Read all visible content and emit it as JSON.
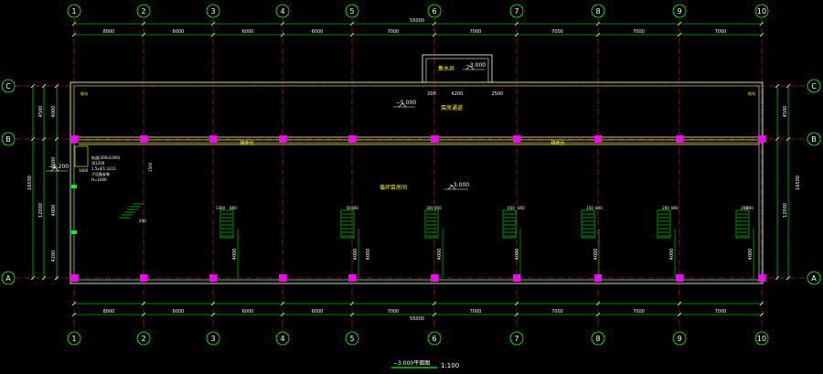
{
  "grid": {
    "columns": [
      "1",
      "2",
      "3",
      "4",
      "5",
      "6",
      "7",
      "8",
      "9",
      "10"
    ],
    "rows": [
      "C",
      "B",
      "A"
    ]
  },
  "dimensions": {
    "top_total": "55000",
    "top_spans": [
      "8000",
      "6000",
      "6000",
      "6000",
      "7000",
      "7000",
      "7000",
      "7000",
      "7000"
    ],
    "bottom_total": "55000",
    "bottom_spans": [
      "8000",
      "6000",
      "6000",
      "6000",
      "7000",
      "7000",
      "7000",
      "7000",
      "7000"
    ],
    "left_total": "16500",
    "left_parts": [
      "4500",
      "12000"
    ],
    "left_sub": [
      "4500",
      "4000",
      "4200"
    ],
    "right_total": "16500",
    "right_parts": [
      "4500",
      "12000"
    ],
    "cb_gap": "4000",
    "pit_dims": [
      "200",
      "4200",
      "2500"
    ]
  },
  "labels": {
    "title": "−3.000平面图",
    "scale": "1:100",
    "pit_name": "集水井",
    "pit_level": "−3.000",
    "top_room": "泵房通道",
    "top_level": "−5.000",
    "main_room": "循环泵房间",
    "main_level": "−3.000",
    "left_level": "−6.200",
    "beam_label": "梯走台",
    "beam_label2": "梯走台",
    "stair_dim": "1500",
    "equip_note": [
      "轨道(300x1000)",
      "顶1200",
      "1.5x4/1 LG11",
      "子设备安装",
      "H=1000"
    ],
    "equip_dims": [
      "1300",
      "800",
      "50",
      "800",
      "300",
      "850",
      "650",
      "850",
      "150",
      "800",
      "200",
      "800",
      "200",
      "800",
      "200",
      "800",
      "200"
    ],
    "vertical_dims": [
      "4000",
      "4000",
      "4000",
      "4000",
      "4000",
      "4000",
      "4000",
      "4000"
    ],
    "corner_left": "地沟",
    "corner_right": "地沟",
    "small_labels": [
      "1000",
      "200"
    ]
  }
}
